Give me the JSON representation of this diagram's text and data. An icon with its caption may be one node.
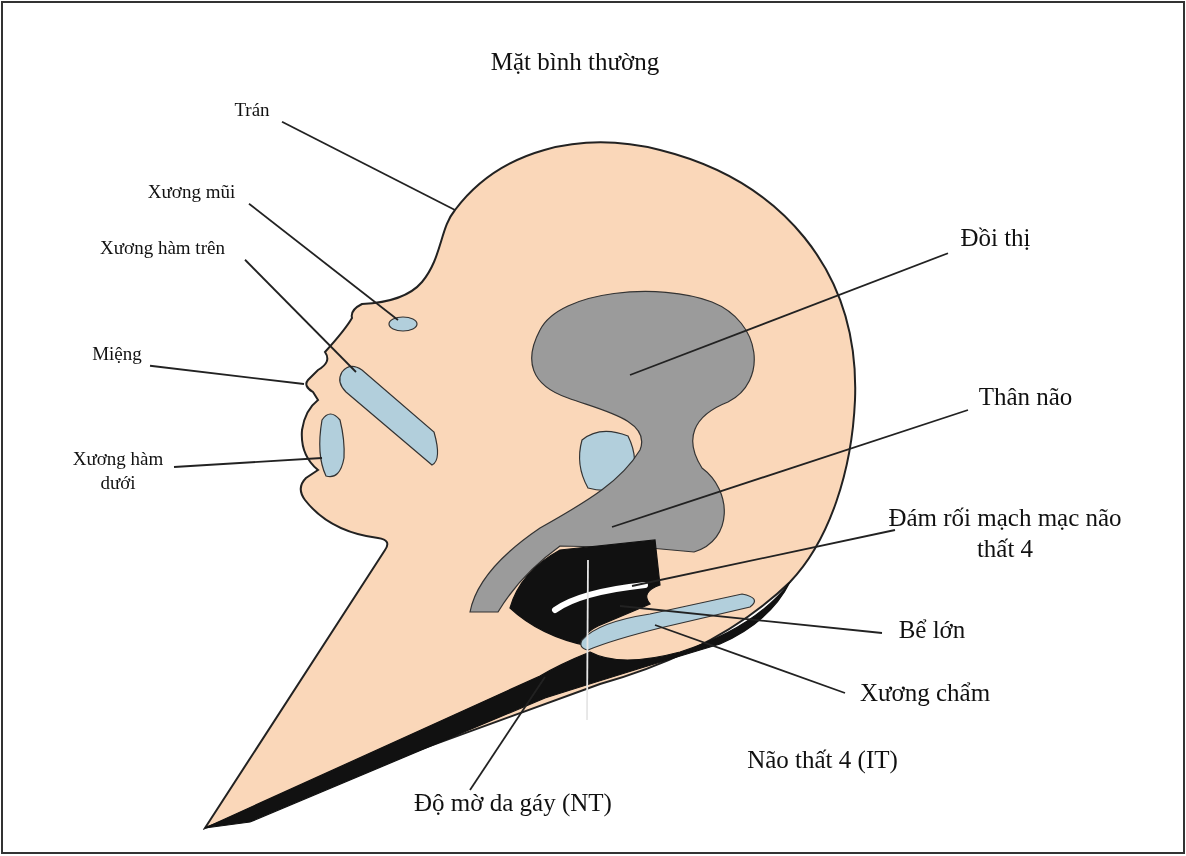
{
  "diagram": {
    "title": "Mặt bình thường",
    "nodes": [
      {
        "text": [
          "Trán"
        ]
      },
      {
        "text": [
          "Xương mũi"
        ]
      },
      {
        "text": [
          "Xương hàm trên"
        ]
      },
      {
        "text": [
          "Miệng"
        ]
      },
      {
        "text": [
          "Xương hàm dưới"
        ]
      },
      {
        "text": [
          "Đồi thị"
        ]
      },
      {
        "text": [
          "Thân não"
        ]
      },
      {
        "text": [
          "Đám rối mạch mạc não thất 4"
        ]
      },
      {
        "text": [
          "Bể lớn"
        ]
      },
      {
        "text": [
          "Xương chẩm"
        ]
      },
      {
        "text": [
          "Độ mờ da gáy (NT)"
        ]
      },
      {
        "text": [],
        "shape": "ellipse"
      },
      {
        "text": [],
        "shape": "bar"
      },
      {
        "text": [],
        "shape": "blob"
      },
      {
        "text": [],
        "shape": "blob"
      },
      {
        "text": [],
        "shape": "curve",
        "in": 16
      },
      {
        "text": [],
        "shape": "blob"
      },
      {
        "text": [],
        "shape": "bar"
      },
      {
        "text": [],
        "shape": "bar"
      }
    ],
    "edges": [
      {
        "from": 0,
        "to": null,
        "arrow": "none"
      },
      {
        "from": 1,
        "to": 11,
        "arrow": "none"
      },
      {
        "from": 2,
        "to": 12,
        "arrow": "none"
      },
      {
        "from": 3,
        "to": null,
        "arrow": "none"
      },
      {
        "from": 4,
        "to": 13,
        "arrow": "none"
      },
      {
        "from": 5,
        "to": 14,
        "arrow": "none"
      },
      {
        "from": 6,
        "to": 14,
        "arrow": "none"
      },
      {
        "from": 7,
        "to": 15,
        "arrow": "none"
      },
      {
        "from": 8,
        "to": 16,
        "arrow": "none"
      },
      {
        "from": 9,
        "to": 17,
        "arrow": "none"
      },
      {
        "from": null,
        "to": 16,
        "arrow": "none",
        "color": "#e6e6e6"
      },
      {
        "from": 10,
        "to": 18,
        "arrow": "none"
      }
    ],
    "labels": [
      "Não thất 4 (IT)"
    ]
  }
}
